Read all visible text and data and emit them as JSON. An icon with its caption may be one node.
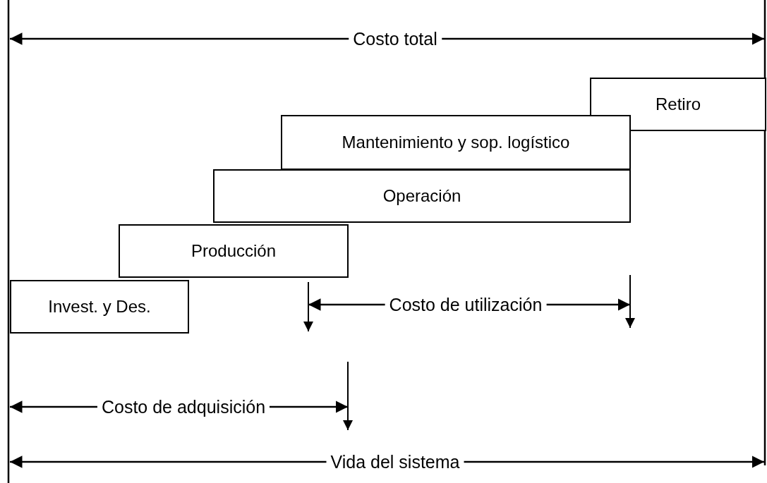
{
  "diagram": {
    "nodes": [
      {
        "text": [
          "Retiro"
        ]
      },
      {
        "text": [
          "Mantenimiento y sop. logístico"
        ]
      },
      {
        "text": [
          "Operación"
        ]
      },
      {
        "text": [
          "Producción"
        ]
      },
      {
        "text": [
          "Invest. y Des."
        ]
      }
    ],
    "edges": [],
    "labels": [
      "Costo total",
      "Costo de utilización",
      "Costo de adquisición",
      "Vida del sistema"
    ]
  }
}
